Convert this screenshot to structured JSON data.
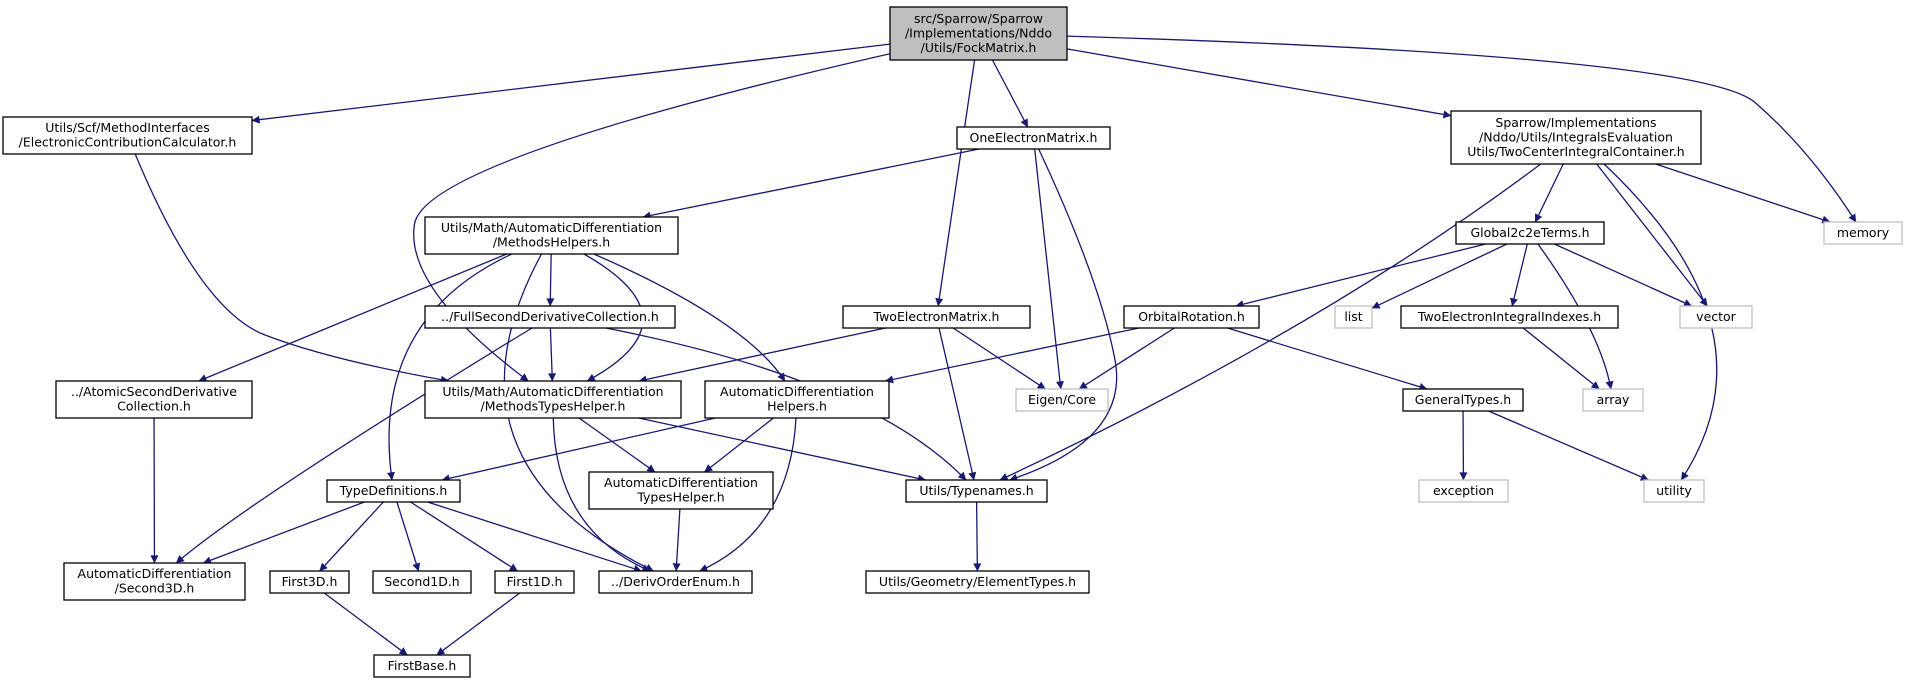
{
  "diagram": {
    "nodes": [
      {
        "id": "fock",
        "lines": [
          "src/Sparrow/Sparrow",
          "/Implementations/Nddo",
          "/Utils/FockMatrix.h"
        ],
        "kind": "root"
      },
      {
        "id": "ecc",
        "lines": [
          "Utils/Scf/MethodInterfaces",
          "/ElectronicContributionCalculator.h"
        ],
        "kind": "file"
      },
      {
        "id": "mth",
        "lines": [
          "Utils/Math/AutomaticDifferentiation",
          "/MethodsTypesHelper.h"
        ],
        "kind": "file"
      },
      {
        "id": "tem",
        "lines": [
          "TwoElectronMatrix.h"
        ],
        "kind": "file"
      },
      {
        "id": "oem",
        "lines": [
          "OneElectronMatrix.h"
        ],
        "kind": "file"
      },
      {
        "id": "tcic",
        "lines": [
          "Sparrow/Implementations",
          "/Nddo/Utils/IntegralsEvaluation",
          "Utils/TwoCenterIntegralContainer.h"
        ],
        "kind": "file"
      },
      {
        "id": "memory",
        "lines": [
          "memory"
        ],
        "kind": "external"
      },
      {
        "id": "mh",
        "lines": [
          "Utils/Math/AutomaticDifferentiation",
          "/MethodsHelpers.h"
        ],
        "kind": "file"
      },
      {
        "id": "g2c",
        "lines": [
          "Global2c2eTerms.h"
        ],
        "kind": "file"
      },
      {
        "id": "fsdc",
        "lines": [
          "../FullSecondDerivativeCollection.h"
        ],
        "kind": "file"
      },
      {
        "id": "orot",
        "lines": [
          "OrbitalRotation.h"
        ],
        "kind": "file"
      },
      {
        "id": "list",
        "lines": [
          "list"
        ],
        "kind": "external"
      },
      {
        "id": "teii",
        "lines": [
          "TwoElectronIntegralIndexes.h"
        ],
        "kind": "file"
      },
      {
        "id": "vector",
        "lines": [
          "vector"
        ],
        "kind": "external"
      },
      {
        "id": "asdc",
        "lines": [
          "../AtomicSecondDerivative",
          "Collection.h"
        ],
        "kind": "file"
      },
      {
        "id": "adh",
        "lines": [
          "AutomaticDifferentiation",
          "Helpers.h"
        ],
        "kind": "file"
      },
      {
        "id": "eigen",
        "lines": [
          "Eigen/Core"
        ],
        "kind": "external"
      },
      {
        "id": "gt",
        "lines": [
          "GeneralTypes.h"
        ],
        "kind": "file"
      },
      {
        "id": "array",
        "lines": [
          "array"
        ],
        "kind": "external"
      },
      {
        "id": "td",
        "lines": [
          "TypeDefinitions.h"
        ],
        "kind": "file"
      },
      {
        "id": "adth",
        "lines": [
          "AutomaticDifferentiation",
          "TypesHelper.h"
        ],
        "kind": "file"
      },
      {
        "id": "tn",
        "lines": [
          "Utils/Typenames.h"
        ],
        "kind": "file"
      },
      {
        "id": "exception",
        "lines": [
          "exception"
        ],
        "kind": "external"
      },
      {
        "id": "utility",
        "lines": [
          "utility"
        ],
        "kind": "external"
      },
      {
        "id": "s3d",
        "lines": [
          "AutomaticDifferentiation",
          "/Second3D.h"
        ],
        "kind": "file"
      },
      {
        "id": "f3d",
        "lines": [
          "First3D.h"
        ],
        "kind": "file"
      },
      {
        "id": "s1d",
        "lines": [
          "Second1D.h"
        ],
        "kind": "file"
      },
      {
        "id": "f1d",
        "lines": [
          "First1D.h"
        ],
        "kind": "file"
      },
      {
        "id": "doe",
        "lines": [
          "../DerivOrderEnum.h"
        ],
        "kind": "file"
      },
      {
        "id": "et",
        "lines": [
          "Utils/Geometry/ElementTypes.h"
        ],
        "kind": "file"
      },
      {
        "id": "fb",
        "lines": [
          "FirstBase.h"
        ],
        "kind": "file"
      }
    ],
    "edges": [
      [
        "fock",
        "ecc"
      ],
      [
        "fock",
        "mth"
      ],
      [
        "fock",
        "tem"
      ],
      [
        "fock",
        "oem"
      ],
      [
        "fock",
        "tcic"
      ],
      [
        "fock",
        "memory"
      ],
      [
        "ecc",
        "mth"
      ],
      [
        "oem",
        "mh"
      ],
      [
        "oem",
        "eigen"
      ],
      [
        "oem",
        "tn"
      ],
      [
        "tem",
        "mth"
      ],
      [
        "tem",
        "eigen"
      ],
      [
        "tem",
        "tn"
      ],
      [
        "tcic",
        "g2c"
      ],
      [
        "tcic",
        "memory"
      ],
      [
        "tcic",
        "vector"
      ],
      [
        "tcic",
        "utility"
      ],
      [
        "tcic",
        "tn"
      ],
      [
        "mh",
        "fsdc"
      ],
      [
        "mh",
        "mth"
      ],
      [
        "mh",
        "asdc"
      ],
      [
        "mh",
        "adh"
      ],
      [
        "mh",
        "td"
      ],
      [
        "mh",
        "doe"
      ],
      [
        "fsdc",
        "mth"
      ],
      [
        "fsdc",
        "tn"
      ],
      [
        "fsdc",
        "s3d"
      ],
      [
        "g2c",
        "orot"
      ],
      [
        "g2c",
        "list"
      ],
      [
        "g2c",
        "teii"
      ],
      [
        "g2c",
        "vector"
      ],
      [
        "g2c",
        "array"
      ],
      [
        "orot",
        "adh"
      ],
      [
        "orot",
        "eigen"
      ],
      [
        "orot",
        "gt"
      ],
      [
        "teii",
        "array"
      ],
      [
        "mth",
        "adth"
      ],
      [
        "mth",
        "tn"
      ],
      [
        "mth",
        "doe"
      ],
      [
        "adh",
        "td"
      ],
      [
        "adh",
        "adth"
      ],
      [
        "adh",
        "doe"
      ],
      [
        "asdc",
        "s3d"
      ],
      [
        "gt",
        "exception"
      ],
      [
        "gt",
        "utility"
      ],
      [
        "td",
        "s3d"
      ],
      [
        "td",
        "f3d"
      ],
      [
        "td",
        "s1d"
      ],
      [
        "td",
        "f1d"
      ],
      [
        "td",
        "doe"
      ],
      [
        "adth",
        "doe"
      ],
      [
        "tn",
        "et"
      ],
      [
        "f3d",
        "fb"
      ],
      [
        "f1d",
        "fb"
      ]
    ]
  }
}
